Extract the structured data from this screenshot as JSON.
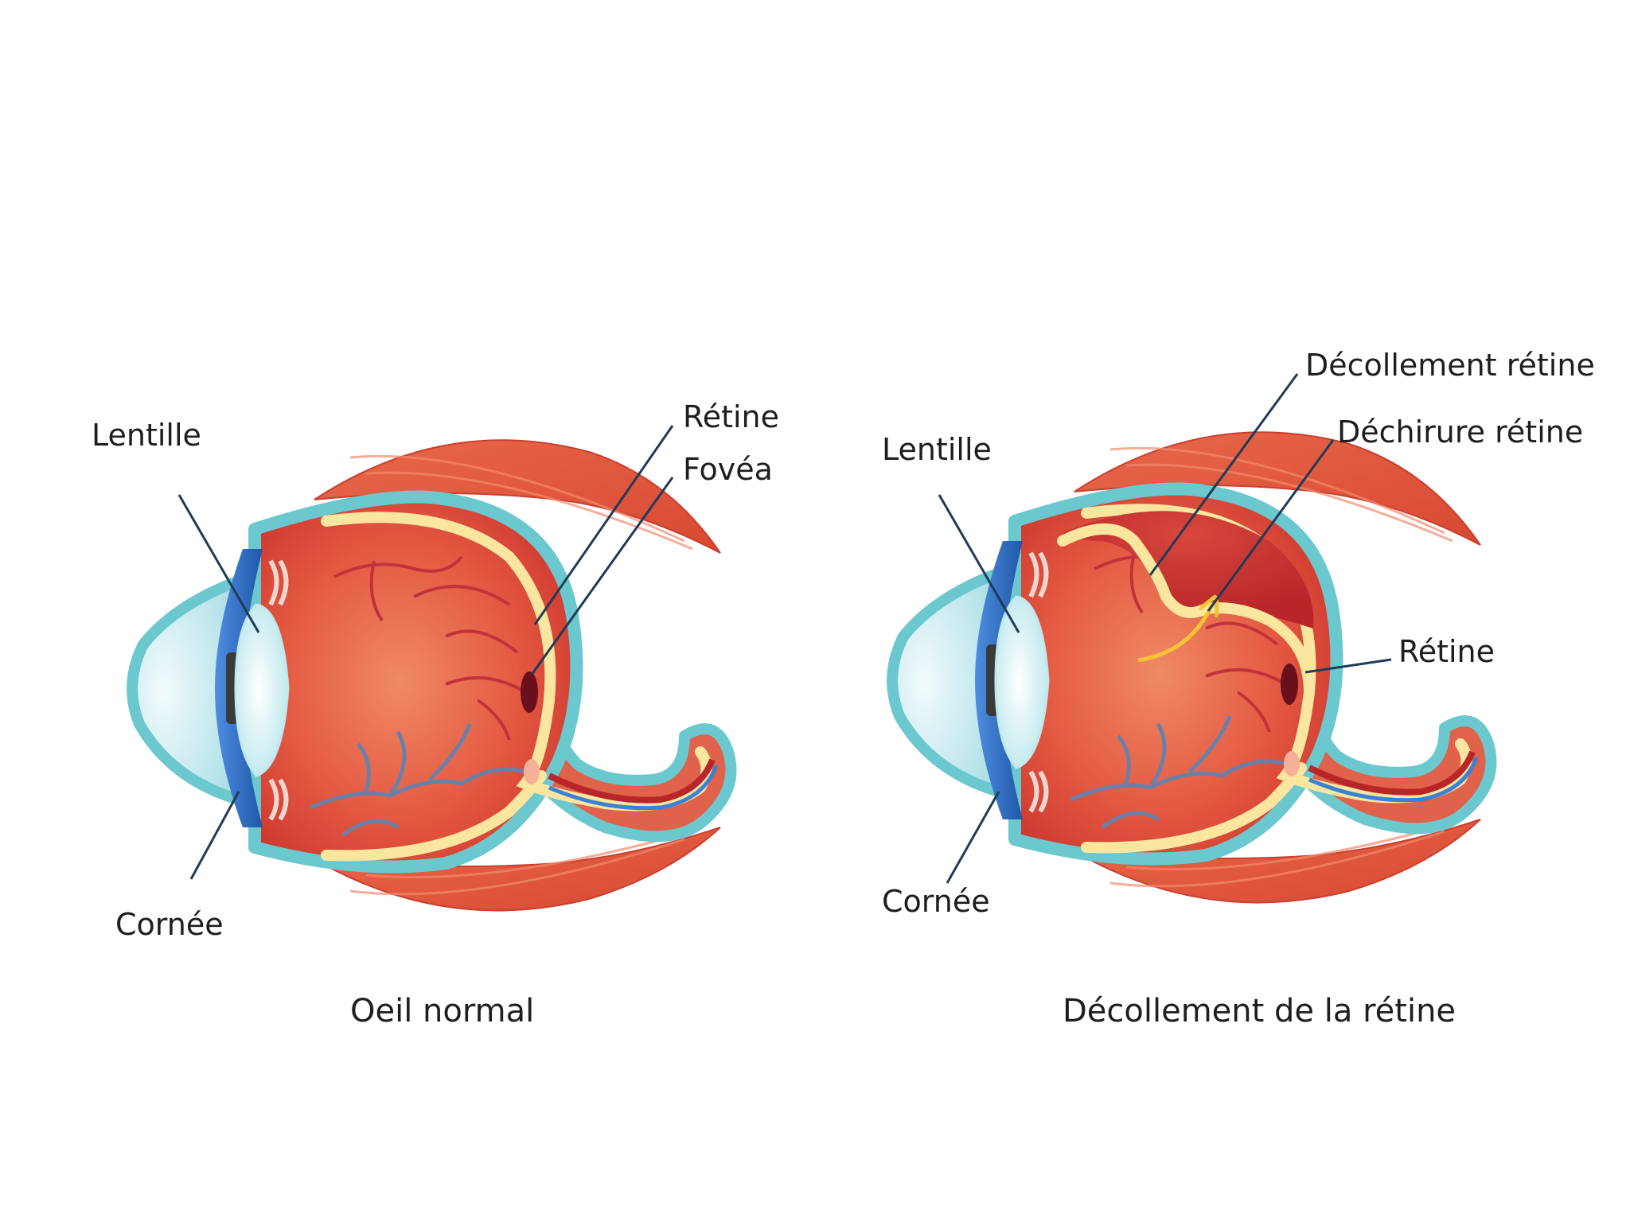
{
  "normal_eye": {
    "label_lens": "Lentille",
    "label_cornea": "Cornée",
    "label_retina": "Rétine",
    "label_fovea": "Fovéa",
    "caption": "Oeil normal"
  },
  "detached_eye": {
    "label_lens": "Lentille",
    "label_cornea": "Cornée",
    "label_detachment": "Décollement rétine",
    "label_tear": "Déchirure rétine",
    "label_retina": "Rétine",
    "caption": "Décollement de la rétine"
  },
  "colors": {
    "background": "#ffffff",
    "sclera_outline": "#6cc8cf",
    "eyeball_red": "#e04a38",
    "retina_yellow": "#fbe6a0",
    "muscle": "#e05a42",
    "iris_blue": "#2f6fc4",
    "lens": "#cdeef2",
    "fovea": "#6a0f1c",
    "vessel_gray": "#6a80a8",
    "line": "#1f3b57",
    "arrow": "#f5c334"
  }
}
